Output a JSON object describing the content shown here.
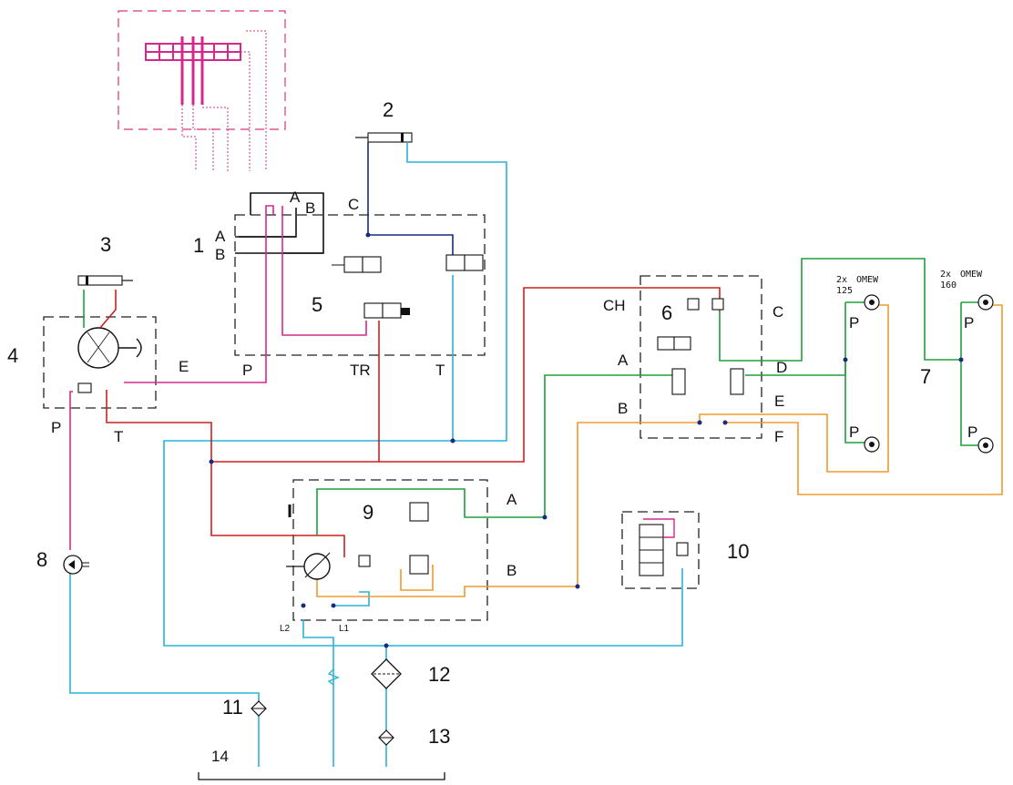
{
  "component_numbers": {
    "n1": "1",
    "n2": "2",
    "n3": "3",
    "n4": "4",
    "n5": "5",
    "n6": "6",
    "n7": "7",
    "n8": "8",
    "n9": "9",
    "n10": "10",
    "n11": "11",
    "n12": "12",
    "n13": "13",
    "n14": "14"
  },
  "port_labels": {
    "v1_A": "A",
    "v1_B": "B",
    "top_A": "A",
    "top_B": "B",
    "top_C": "C",
    "pump4_E": "E",
    "pump4_P": "P",
    "pump4_T": "T",
    "v5_P": "P",
    "v5_TR": "TR",
    "v5_T": "T",
    "v6_CH": "CH",
    "v6_A": "A",
    "v6_B": "B",
    "v6_C": "C",
    "v6_D": "D",
    "v6_E": "E",
    "v6_F": "F",
    "pump9_A": "A",
    "pump9_B": "B",
    "pump9_L1": "L1",
    "pump9_L2": "L2",
    "motor_P1": "P",
    "motor_P2": "P",
    "motor_P3": "P",
    "motor_P4": "P"
  },
  "motor_specs": {
    "left_qty": "2x",
    "left_model": "OMEW",
    "left_size": "125",
    "right_qty": "2x",
    "right_model": "OMEW",
    "right_size": "160"
  },
  "colors": {
    "return": "#2ab3d6",
    "pressure": "#cc2020",
    "drive_a": "#1f9e3c",
    "drive_b": "#ef9a2c",
    "pilot": "#d6288c",
    "cylinder": "#1a2a80"
  }
}
